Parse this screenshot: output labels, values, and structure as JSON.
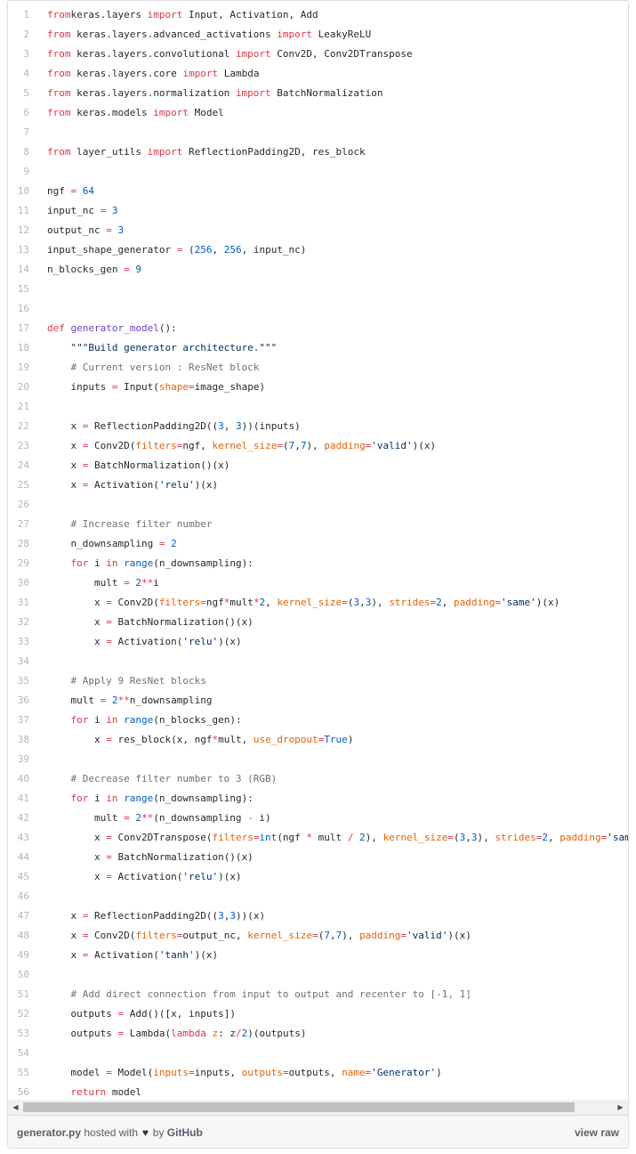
{
  "footer": {
    "filename": "generator.py",
    "hosted_with": "hosted with",
    "by": "by",
    "brand": "GitHub",
    "view_raw": "view raw",
    "heart_icon": "heart-icon"
  },
  "code_lines": [
    {
      "n": "1",
      "t": [
        [
          "k",
          "from"
        ],
        [
          "",
          "keras.layers "
        ],
        [
          "k",
          "import"
        ],
        [
          "",
          " Input, Activation, Add"
        ]
      ]
    },
    {
      "n": "2",
      "t": [
        [
          "k",
          "from"
        ],
        [
          "",
          " keras.layers.advanced_activations "
        ],
        [
          "k",
          "import"
        ],
        [
          "",
          " LeakyReLU"
        ]
      ]
    },
    {
      "n": "3",
      "t": [
        [
          "k",
          "from"
        ],
        [
          "",
          " keras.layers.convolutional "
        ],
        [
          "k",
          "import"
        ],
        [
          "",
          " Conv2D, Conv2DTranspose"
        ]
      ]
    },
    {
      "n": "4",
      "t": [
        [
          "k",
          "from"
        ],
        [
          "",
          " keras.layers.core "
        ],
        [
          "k",
          "import"
        ],
        [
          "",
          " Lambda"
        ]
      ]
    },
    {
      "n": "5",
      "t": [
        [
          "k",
          "from"
        ],
        [
          "",
          " keras.layers.normalization "
        ],
        [
          "k",
          "import"
        ],
        [
          "",
          " BatchNormalization"
        ]
      ]
    },
    {
      "n": "6",
      "t": [
        [
          "k",
          "from"
        ],
        [
          "",
          " keras.models "
        ],
        [
          "k",
          "import"
        ],
        [
          "",
          " Model"
        ]
      ]
    },
    {
      "n": "7",
      "t": []
    },
    {
      "n": "8",
      "t": [
        [
          "k",
          "from"
        ],
        [
          "",
          " layer_utils "
        ],
        [
          "k",
          "import"
        ],
        [
          "",
          " ReflectionPadding2D, res_block"
        ]
      ]
    },
    {
      "n": "9",
      "t": []
    },
    {
      "n": "10",
      "t": [
        [
          "",
          "ngf "
        ],
        [
          "k",
          "="
        ],
        [
          "",
          " "
        ],
        [
          "n",
          "64"
        ]
      ]
    },
    {
      "n": "11",
      "t": [
        [
          "",
          "input_nc "
        ],
        [
          "k",
          "="
        ],
        [
          "",
          " "
        ],
        [
          "n",
          "3"
        ]
      ]
    },
    {
      "n": "12",
      "t": [
        [
          "",
          "output_nc "
        ],
        [
          "k",
          "="
        ],
        [
          "",
          " "
        ],
        [
          "n",
          "3"
        ]
      ]
    },
    {
      "n": "13",
      "t": [
        [
          "",
          "input_shape_generator "
        ],
        [
          "k",
          "="
        ],
        [
          "",
          " ("
        ],
        [
          "n",
          "256"
        ],
        [
          "",
          ", "
        ],
        [
          "n",
          "256"
        ],
        [
          "",
          ", input_nc)"
        ]
      ]
    },
    {
      "n": "14",
      "t": [
        [
          "",
          "n_blocks_gen "
        ],
        [
          "k",
          "="
        ],
        [
          "",
          " "
        ],
        [
          "n",
          "9"
        ]
      ]
    },
    {
      "n": "15",
      "t": []
    },
    {
      "n": "16",
      "t": []
    },
    {
      "n": "17",
      "t": [
        [
          "k",
          "def"
        ],
        [
          "",
          " "
        ],
        [
          "f",
          "generator_model"
        ],
        [
          "",
          "():"
        ]
      ]
    },
    {
      "n": "18",
      "t": [
        [
          "",
          "    "
        ],
        [
          "s",
          "\"\"\"Build generator architecture.\"\"\""
        ]
      ]
    },
    {
      "n": "19",
      "t": [
        [
          "",
          "    "
        ],
        [
          "c",
          "# Current version : ResNet block"
        ]
      ]
    },
    {
      "n": "20",
      "t": [
        [
          "",
          "    inputs "
        ],
        [
          "k",
          "="
        ],
        [
          "",
          " Input("
        ],
        [
          "p",
          "shape"
        ],
        [
          "k",
          "="
        ],
        [
          "",
          "image_shape)"
        ]
      ]
    },
    {
      "n": "21",
      "t": []
    },
    {
      "n": "22",
      "t": [
        [
          "",
          "    x "
        ],
        [
          "k",
          "="
        ],
        [
          "",
          " ReflectionPadding2D(("
        ],
        [
          "n",
          "3"
        ],
        [
          "",
          ", "
        ],
        [
          "n",
          "3"
        ],
        [
          "",
          "))(inputs)"
        ]
      ]
    },
    {
      "n": "23",
      "t": [
        [
          "",
          "    x "
        ],
        [
          "k",
          "="
        ],
        [
          "",
          " Conv2D("
        ],
        [
          "p",
          "filters"
        ],
        [
          "k",
          "="
        ],
        [
          "",
          "ngf, "
        ],
        [
          "p",
          "kernel_size"
        ],
        [
          "k",
          "="
        ],
        [
          "",
          "("
        ],
        [
          "n",
          "7"
        ],
        [
          "",
          ","
        ],
        [
          "n",
          "7"
        ],
        [
          "",
          "), "
        ],
        [
          "p",
          "padding"
        ],
        [
          "k",
          "="
        ],
        [
          "s",
          "'valid'"
        ],
        [
          "",
          ")(x)"
        ]
      ]
    },
    {
      "n": "24",
      "t": [
        [
          "",
          "    x "
        ],
        [
          "k",
          "="
        ],
        [
          "",
          " BatchNormalization()(x)"
        ]
      ]
    },
    {
      "n": "25",
      "t": [
        [
          "",
          "    x "
        ],
        [
          "k",
          "="
        ],
        [
          "",
          " Activation("
        ],
        [
          "s",
          "'relu'"
        ],
        [
          "",
          ")(x)"
        ]
      ]
    },
    {
      "n": "26",
      "t": []
    },
    {
      "n": "27",
      "t": [
        [
          "",
          "    "
        ],
        [
          "c",
          "# Increase filter number"
        ]
      ]
    },
    {
      "n": "28",
      "t": [
        [
          "",
          "    n_downsampling "
        ],
        [
          "k",
          "="
        ],
        [
          "",
          " "
        ],
        [
          "n",
          "2"
        ]
      ]
    },
    {
      "n": "29",
      "t": [
        [
          "",
          "    "
        ],
        [
          "k",
          "for"
        ],
        [
          "",
          " i "
        ],
        [
          "k",
          "in"
        ],
        [
          "",
          " "
        ],
        [
          "n",
          "range"
        ],
        [
          "",
          "(n_downsampling):"
        ]
      ]
    },
    {
      "n": "30",
      "t": [
        [
          "",
          "        mult "
        ],
        [
          "k",
          "="
        ],
        [
          "",
          " "
        ],
        [
          "n",
          "2"
        ],
        [
          "k",
          "**"
        ],
        [
          "",
          "i"
        ]
      ]
    },
    {
      "n": "31",
      "t": [
        [
          "",
          "        x "
        ],
        [
          "k",
          "="
        ],
        [
          "",
          " Conv2D("
        ],
        [
          "p",
          "filters"
        ],
        [
          "k",
          "="
        ],
        [
          "",
          "ngf"
        ],
        [
          "k",
          "*"
        ],
        [
          "",
          "mult"
        ],
        [
          "k",
          "*"
        ],
        [
          "n",
          "2"
        ],
        [
          "",
          ", "
        ],
        [
          "p",
          "kernel_size"
        ],
        [
          "k",
          "="
        ],
        [
          "",
          "("
        ],
        [
          "n",
          "3"
        ],
        [
          "",
          ","
        ],
        [
          "n",
          "3"
        ],
        [
          "",
          "), "
        ],
        [
          "p",
          "strides"
        ],
        [
          "k",
          "="
        ],
        [
          "n",
          "2"
        ],
        [
          "",
          ", "
        ],
        [
          "p",
          "padding"
        ],
        [
          "k",
          "="
        ],
        [
          "s",
          "'same'"
        ],
        [
          "",
          ")(x)"
        ]
      ]
    },
    {
      "n": "32",
      "t": [
        [
          "",
          "        x "
        ],
        [
          "k",
          "="
        ],
        [
          "",
          " BatchNormalization()(x)"
        ]
      ]
    },
    {
      "n": "33",
      "t": [
        [
          "",
          "        x "
        ],
        [
          "k",
          "="
        ],
        [
          "",
          " Activation("
        ],
        [
          "s",
          "'relu'"
        ],
        [
          "",
          ")(x)"
        ]
      ]
    },
    {
      "n": "34",
      "t": []
    },
    {
      "n": "35",
      "t": [
        [
          "",
          "    "
        ],
        [
          "c",
          "# Apply 9 ResNet blocks"
        ]
      ]
    },
    {
      "n": "36",
      "t": [
        [
          "",
          "    mult "
        ],
        [
          "k",
          "="
        ],
        [
          "",
          " "
        ],
        [
          "n",
          "2"
        ],
        [
          "k",
          "**"
        ],
        [
          "",
          "n_downsampling"
        ]
      ]
    },
    {
      "n": "37",
      "t": [
        [
          "",
          "    "
        ],
        [
          "k",
          "for"
        ],
        [
          "",
          " i "
        ],
        [
          "k",
          "in"
        ],
        [
          "",
          " "
        ],
        [
          "n",
          "range"
        ],
        [
          "",
          "(n_blocks_gen):"
        ]
      ]
    },
    {
      "n": "38",
      "t": [
        [
          "",
          "        x "
        ],
        [
          "k",
          "="
        ],
        [
          "",
          " res_block(x, ngf"
        ],
        [
          "k",
          "*"
        ],
        [
          "",
          "mult, "
        ],
        [
          "p",
          "use_dropout"
        ],
        [
          "k",
          "="
        ],
        [
          "n",
          "True"
        ],
        [
          "",
          ")"
        ]
      ]
    },
    {
      "n": "39",
      "t": []
    },
    {
      "n": "40",
      "t": [
        [
          "",
          "    "
        ],
        [
          "c",
          "# Decrease filter number to 3 (RGB)"
        ]
      ]
    },
    {
      "n": "41",
      "t": [
        [
          "",
          "    "
        ],
        [
          "k",
          "for"
        ],
        [
          "",
          " i "
        ],
        [
          "k",
          "in"
        ],
        [
          "",
          " "
        ],
        [
          "n",
          "range"
        ],
        [
          "",
          "(n_downsampling):"
        ]
      ]
    },
    {
      "n": "42",
      "t": [
        [
          "",
          "        mult "
        ],
        [
          "k",
          "="
        ],
        [
          "",
          " "
        ],
        [
          "n",
          "2"
        ],
        [
          "k",
          "**"
        ],
        [
          "",
          "(n_downsampling "
        ],
        [
          "k",
          "-"
        ],
        [
          "",
          " i)"
        ]
      ]
    },
    {
      "n": "43",
      "t": [
        [
          "",
          "        x "
        ],
        [
          "k",
          "="
        ],
        [
          "",
          " Conv2DTranspose("
        ],
        [
          "p",
          "filters"
        ],
        [
          "k",
          "="
        ],
        [
          "n",
          "int"
        ],
        [
          "",
          "(ngf "
        ],
        [
          "k",
          "*"
        ],
        [
          "",
          " mult "
        ],
        [
          "k",
          "/"
        ],
        [
          "",
          " "
        ],
        [
          "n",
          "2"
        ],
        [
          "",
          "), "
        ],
        [
          "p",
          "kernel_size"
        ],
        [
          "k",
          "="
        ],
        [
          "",
          "("
        ],
        [
          "n",
          "3"
        ],
        [
          "",
          ","
        ],
        [
          "n",
          "3"
        ],
        [
          "",
          "), "
        ],
        [
          "p",
          "strides"
        ],
        [
          "k",
          "="
        ],
        [
          "n",
          "2"
        ],
        [
          "",
          ", "
        ],
        [
          "p",
          "padding"
        ],
        [
          "k",
          "="
        ],
        [
          "s",
          "'same'"
        ],
        [
          "",
          ")(x)"
        ]
      ]
    },
    {
      "n": "44",
      "t": [
        [
          "",
          "        x "
        ],
        [
          "k",
          "="
        ],
        [
          "",
          " BatchNormalization()(x)"
        ]
      ]
    },
    {
      "n": "45",
      "t": [
        [
          "",
          "        x "
        ],
        [
          "k",
          "="
        ],
        [
          "",
          " Activation("
        ],
        [
          "s",
          "'relu'"
        ],
        [
          "",
          ")(x)"
        ]
      ]
    },
    {
      "n": "46",
      "t": []
    },
    {
      "n": "47",
      "t": [
        [
          "",
          "    x "
        ],
        [
          "k",
          "="
        ],
        [
          "",
          " ReflectionPadding2D(("
        ],
        [
          "n",
          "3"
        ],
        [
          "",
          ","
        ],
        [
          "n",
          "3"
        ],
        [
          "",
          "))(x)"
        ]
      ]
    },
    {
      "n": "48",
      "t": [
        [
          "",
          "    x "
        ],
        [
          "k",
          "="
        ],
        [
          "",
          " Conv2D("
        ],
        [
          "p",
          "filters"
        ],
        [
          "k",
          "="
        ],
        [
          "",
          "output_nc, "
        ],
        [
          "p",
          "kernel_size"
        ],
        [
          "k",
          "="
        ],
        [
          "",
          "("
        ],
        [
          "n",
          "7"
        ],
        [
          "",
          ","
        ],
        [
          "n",
          "7"
        ],
        [
          "",
          "), "
        ],
        [
          "p",
          "padding"
        ],
        [
          "k",
          "="
        ],
        [
          "s",
          "'valid'"
        ],
        [
          "",
          ")(x)"
        ]
      ]
    },
    {
      "n": "49",
      "t": [
        [
          "",
          "    x "
        ],
        [
          "k",
          "="
        ],
        [
          "",
          " Activation("
        ],
        [
          "s",
          "'tanh'"
        ],
        [
          "",
          ")(x)"
        ]
      ]
    },
    {
      "n": "50",
      "t": []
    },
    {
      "n": "51",
      "t": [
        [
          "",
          "    "
        ],
        [
          "c",
          "# Add direct connection from input to output and recenter to [-1, 1]"
        ]
      ]
    },
    {
      "n": "52",
      "t": [
        [
          "",
          "    outputs "
        ],
        [
          "k",
          "="
        ],
        [
          "",
          " Add()([x, inputs])"
        ]
      ]
    },
    {
      "n": "53",
      "t": [
        [
          "",
          "    outputs "
        ],
        [
          "k",
          "="
        ],
        [
          "",
          " Lambda("
        ],
        [
          "k",
          "lambda"
        ],
        [
          "",
          " "
        ],
        [
          "p",
          "z"
        ],
        [
          "",
          ": z"
        ],
        [
          "k",
          "/"
        ],
        [
          "n",
          "2"
        ],
        [
          "",
          ")(outputs)"
        ]
      ]
    },
    {
      "n": "54",
      "t": []
    },
    {
      "n": "55",
      "t": [
        [
          "",
          "    model "
        ],
        [
          "k",
          "="
        ],
        [
          "",
          " Model("
        ],
        [
          "p",
          "inputs"
        ],
        [
          "k",
          "="
        ],
        [
          "",
          "inputs, "
        ],
        [
          "p",
          "outputs"
        ],
        [
          "k",
          "="
        ],
        [
          "",
          "outputs, "
        ],
        [
          "p",
          "name"
        ],
        [
          "k",
          "="
        ],
        [
          "s",
          "'Generator'"
        ],
        [
          "",
          ")"
        ]
      ]
    },
    {
      "n": "56",
      "t": [
        [
          "",
          "    "
        ],
        [
          "k",
          "return"
        ],
        [
          "",
          " model"
        ]
      ]
    }
  ],
  "scrollbar": {
    "left_icon": "arrow-left-icon",
    "right_icon": "arrow-right-icon"
  }
}
